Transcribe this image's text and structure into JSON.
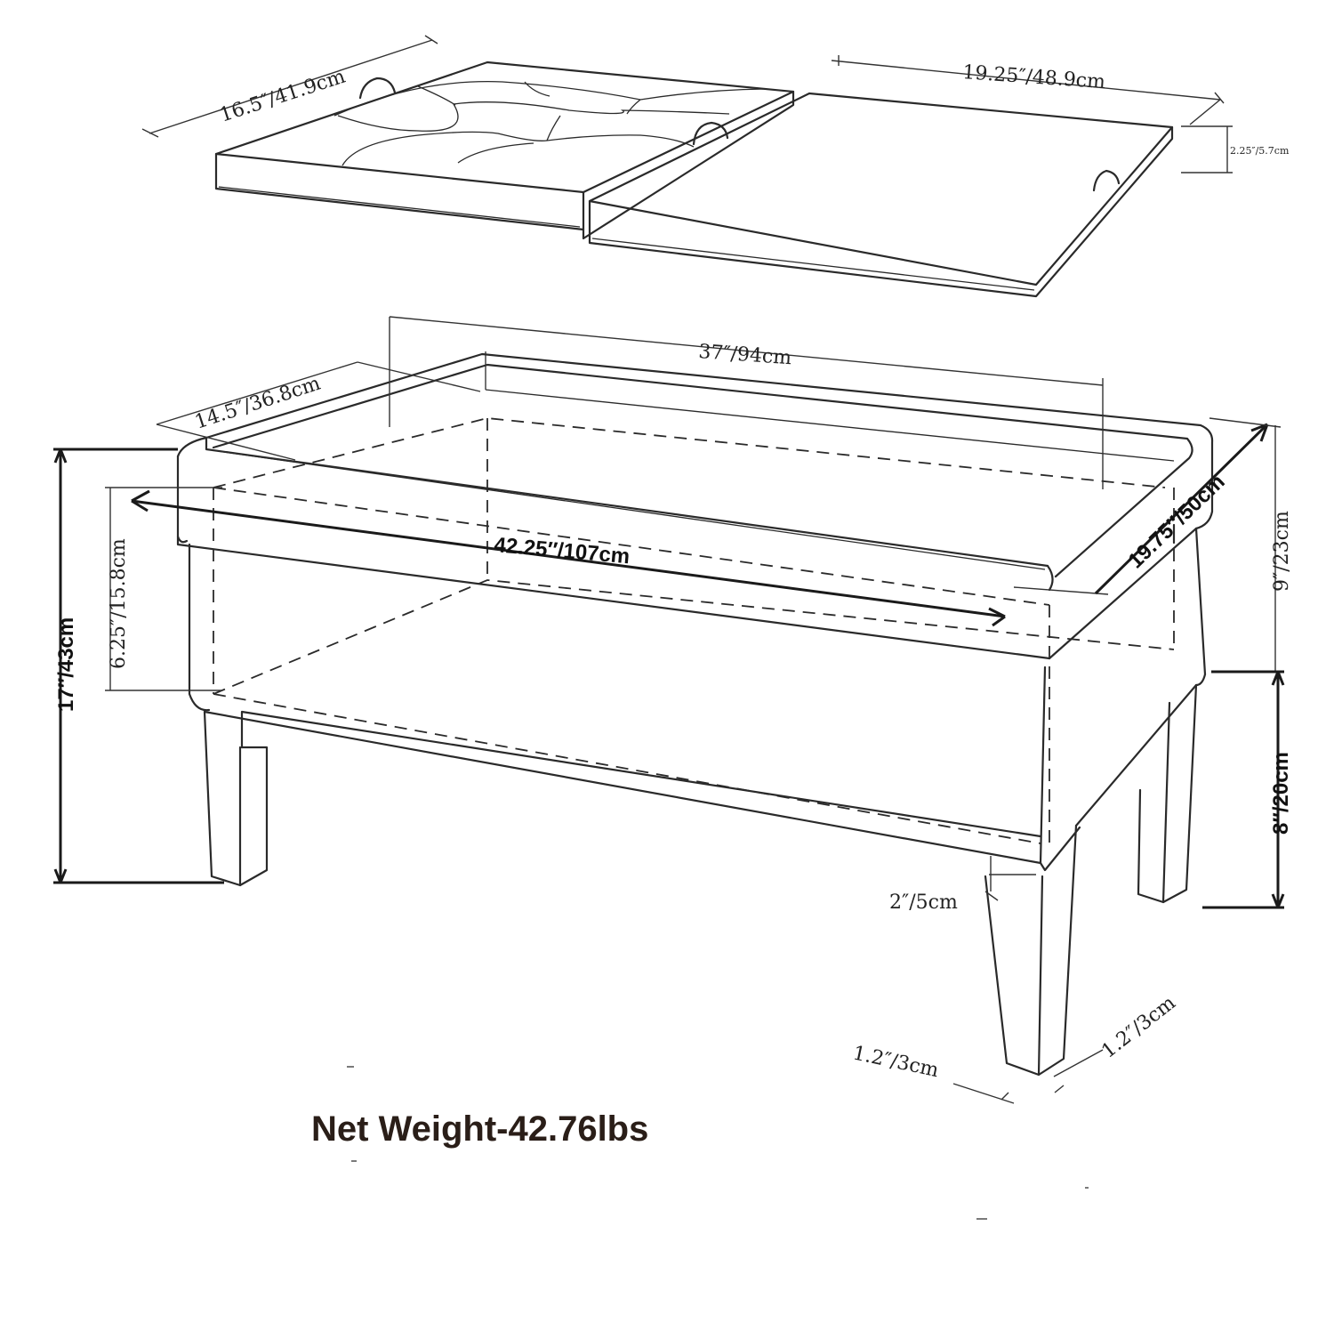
{
  "dimensions": {
    "lid_left_width": "16.5″/41.9cm",
    "lid_right_width": "19.25″/48.9cm",
    "lid_thickness": "2.25″/5.7cm",
    "inner_length": "37″/94cm",
    "inner_depth": "14.5″/36.8cm",
    "overall_length": "42.25″/107cm",
    "overall_depth": "19.75″/50cm",
    "storage_depth": "6.25″/15.8cm",
    "overall_height": "17″/43cm",
    "body_height": "9″/23cm",
    "leg_height": "8″/20cm",
    "leg_inset": "2″/5cm",
    "leg_width": "1.2″/3cm",
    "leg_depth": "1.2″/3cm"
  },
  "net_weight": "Net Weight-42.76lbs"
}
